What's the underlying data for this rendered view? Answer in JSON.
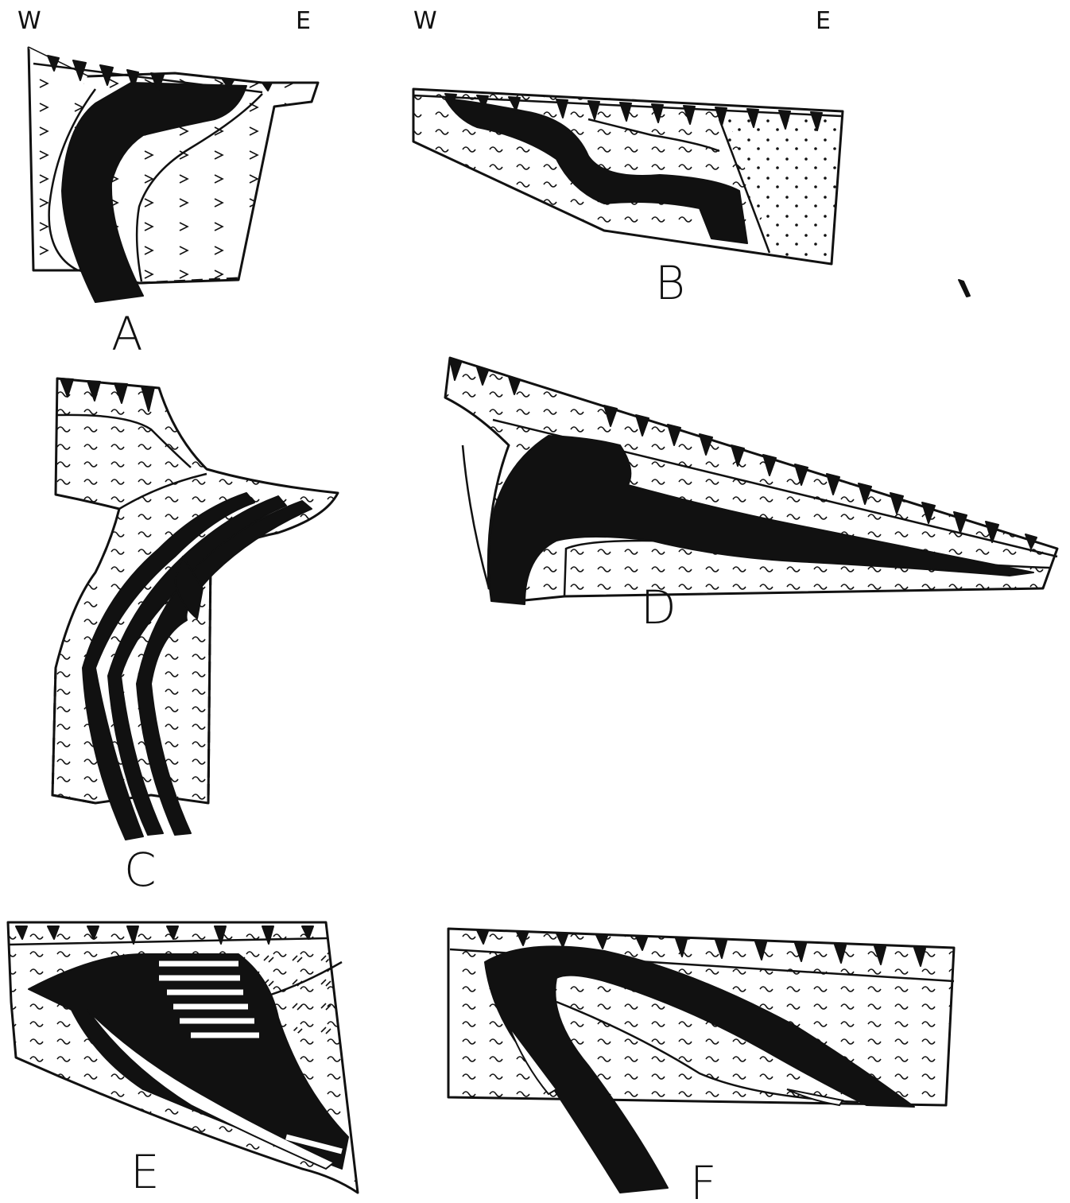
{
  "orientation": {
    "west": "W",
    "east": "E"
  },
  "panels": [
    {
      "id": "A",
      "label": "A",
      "show_orientation": true
    },
    {
      "id": "B",
      "label": "B",
      "show_orientation": true
    },
    {
      "id": "C",
      "label": "C",
      "show_orientation": false
    },
    {
      "id": "D",
      "label": "D",
      "show_orientation": false
    },
    {
      "id": "E",
      "label": "E",
      "show_orientation": false
    },
    {
      "id": "F",
      "label": "F",
      "show_orientation": false
    }
  ],
  "colors": {
    "ink": "#111111",
    "paper": "#ffffff"
  },
  "patterns": [
    "schist-wavy",
    "foliation-chevron",
    "dotted-sandstone",
    "striped-ore",
    "weathering-teeth"
  ]
}
